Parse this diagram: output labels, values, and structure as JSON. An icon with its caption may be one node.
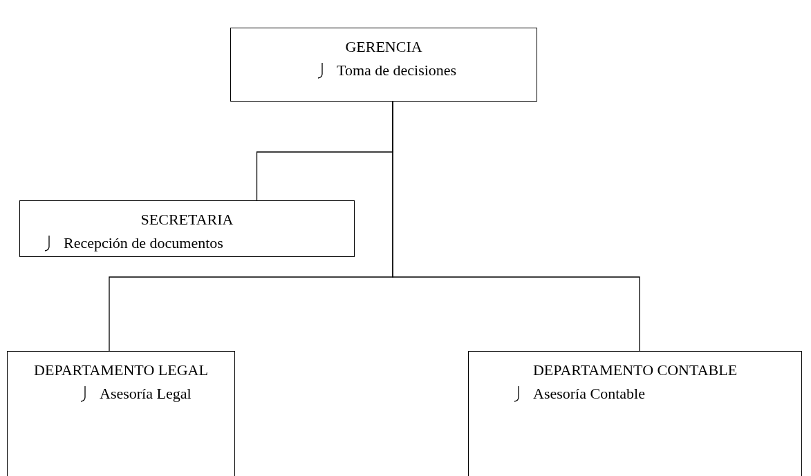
{
  "diagram": {
    "nodes": [
      {
        "text": [
          "GERENCIA",
          "Toma de decisiones"
        ]
      },
      {
        "text": [
          "SECRETARIA",
          "Recepción de documentos"
        ]
      },
      {
        "text": [
          "DEPARTAMENTO LEGAL",
          "Asesoría Legal"
        ]
      },
      {
        "text": [
          "DEPARTAMENTO CONTABLE",
          "Asesoría Contable"
        ]
      }
    ],
    "edges": [
      {
        "from": 0,
        "to": 1,
        "arrow": "none"
      },
      {
        "from": 0,
        "to": 2,
        "arrow": "none"
      },
      {
        "from": 0,
        "to": 3,
        "arrow": "none"
      }
    ]
  }
}
